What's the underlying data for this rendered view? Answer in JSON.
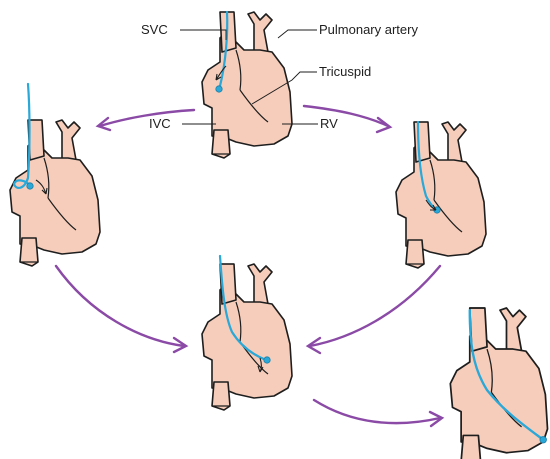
{
  "labels": {
    "svc": "SVC",
    "pulmonary_artery": "Pulmonary artery",
    "tricuspid": "Tricuspid",
    "ivc": "IVC",
    "rv": "RV"
  },
  "colors": {
    "heart_fill": "#f6cdbb",
    "outline": "#1e1e1e",
    "catheter": "#2aa8d8",
    "sequence_arrow": "#8a4aa6"
  },
  "sequence": [
    {
      "step": 1,
      "catheter": "svc-right-atrium"
    },
    {
      "step": 2,
      "catheter": "right-atrium-loop"
    },
    {
      "step": 3,
      "catheter": "tricuspid-crossing"
    },
    {
      "step": 4,
      "catheter": "rv-apex"
    },
    {
      "step": 5,
      "catheter": "rv-deep"
    }
  ]
}
